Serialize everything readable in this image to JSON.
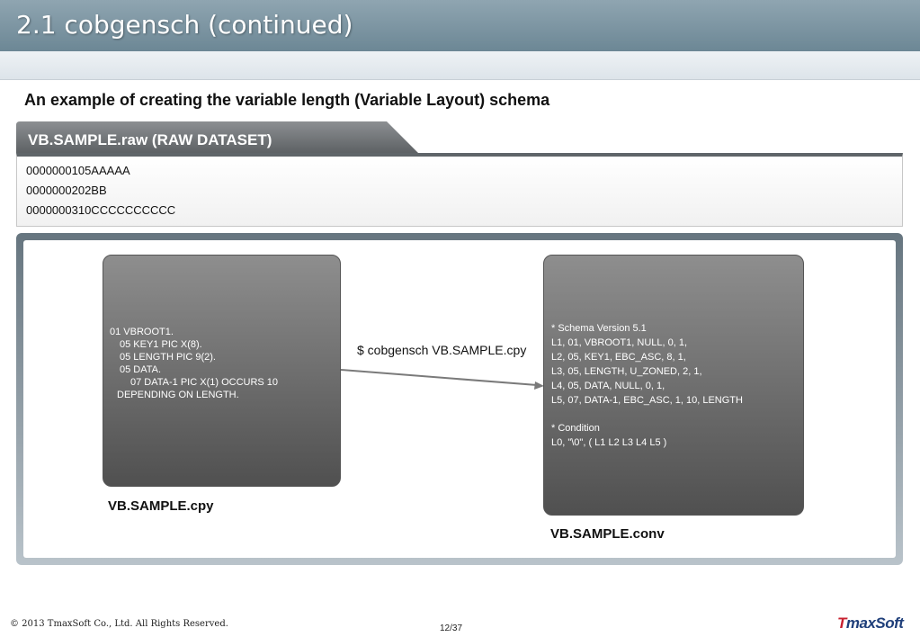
{
  "header": {
    "title": "2.1 cobgensch (continued)"
  },
  "subtitle": "An example of creating the variable length (Variable Layout) schema",
  "raw_dataset": {
    "tab_label": "VB.SAMPLE.raw (RAW DATASET)",
    "lines": [
      "0000000105AAAAA",
      "0000000202BB",
      "0000000310CCCCCCCCCC"
    ]
  },
  "copybook": {
    "lines": [
      "01 VBROOT1.",
      "   05 KEY1 PIC X(8).",
      "   05 LENGTH PIC 9(2).",
      "   05 DATA.",
      "      07 DATA-1 PIC X(1) OCCURS 10",
      "  DEPENDING ON LENGTH."
    ],
    "caption": "VB.SAMPLE.cpy"
  },
  "command": "$ cobgensch VB.SAMPLE.cpy",
  "conv": {
    "lines": [
      "* Schema Version 5.1",
      "L1, 01, VBROOT1, NULL, 0, 1,",
      "L2, 05, KEY1, EBC_ASC, 8, 1,",
      "L3, 05, LENGTH, U_ZONED, 2, 1,",
      "L4, 05, DATA, NULL, 0, 1,",
      "L5, 07, DATA-1, EBC_ASC, 1, 10, LENGTH",
      "",
      "* Condition",
      "L0, \"\\0\", ( L1 L2 L3 L4 L5 )"
    ],
    "caption": "VB.SAMPLE.conv"
  },
  "footer": {
    "copyright": "© 2013 TmaxSoft Co., Ltd. All Rights Reserved.",
    "page": "12/37",
    "logo_t": "T",
    "logo_rest": "maxSoft"
  }
}
